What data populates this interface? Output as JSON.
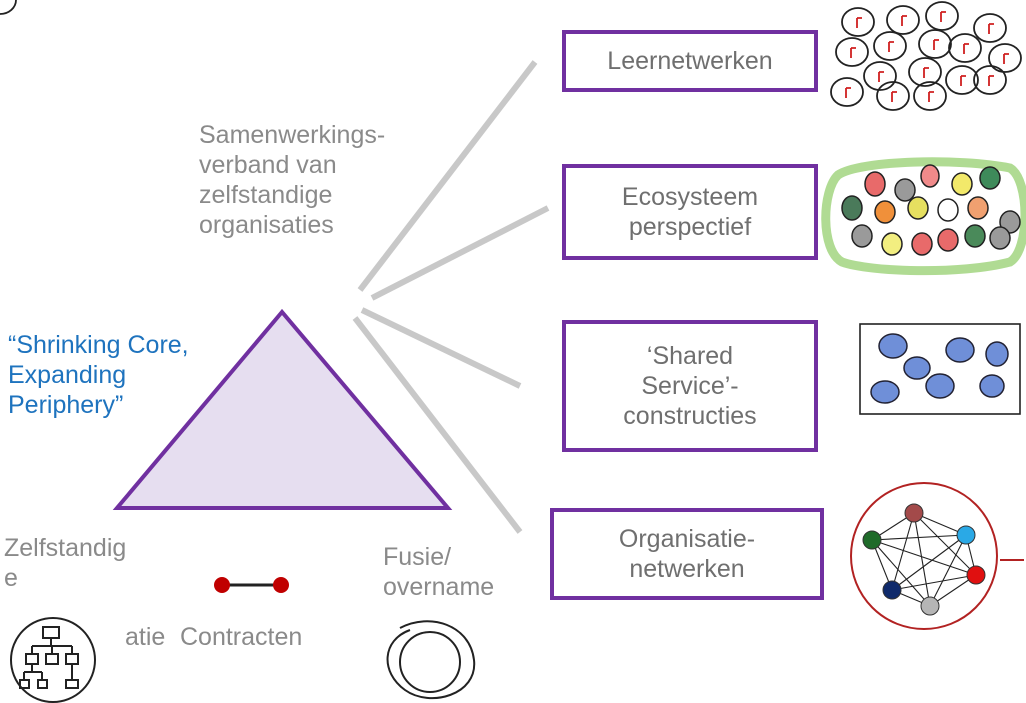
{
  "left_text": {
    "samenwerking": "Samenwerkings-\nverband van\nzelfstandige\norganisaties",
    "shrinking": "“Shrinking Core,\nExpanding\nPeriphery”",
    "zelfstandig": "Zelfstandig\ne",
    "zelfstandig_tail": "atie",
    "contracten": "Contracten",
    "fusie": "Fusie/\novername"
  },
  "boxes": {
    "leernetwerken": "Leernetwerken",
    "ecosysteem": "Ecosysteem\nperspectief",
    "shared": "‘Shared\nService’-\nconstructies",
    "organisatie": "Organisatie-\nnetwerken"
  },
  "colors": {
    "triangle_fill": "#e6def0",
    "triangle_stroke": "#7030a0",
    "box_border": "#7030a0",
    "gray_line": "#c8c8c8",
    "blue_text": "#1e73be",
    "contract_red": "#c00000",
    "network_ring": "#b22222"
  },
  "network_nodes": [
    {
      "color": "#a34a4a"
    },
    {
      "color": "#2aa9e6"
    },
    {
      "color": "#e01010"
    },
    {
      "color": "#b5b5b5"
    },
    {
      "color": "#0f2a6b"
    },
    {
      "color": "#1f6b2a"
    }
  ]
}
